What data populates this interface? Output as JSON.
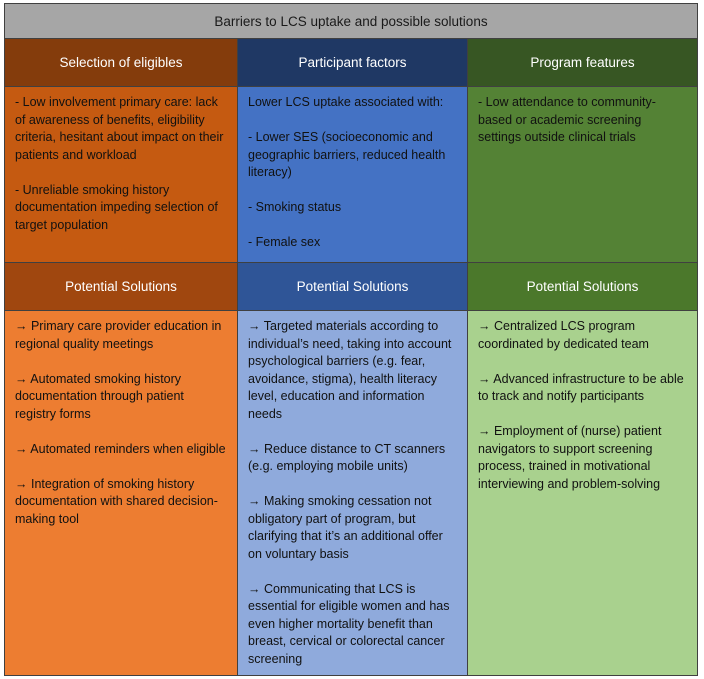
{
  "title": "Barriers to LCS uptake and possible solutions",
  "columns": [
    {
      "header": "Selection of eligibles",
      "barriers": [
        "- Low involvement primary care: lack of awareness of benefits, eligibility criteria, hesitant about impact on their patients and workload",
        "- Unreliable smoking history documentation impeding selection of target population"
      ],
      "solutions_header": "Potential Solutions",
      "solutions": [
        "→ Primary care provider education in regional quality meetings",
        "→ Automated smoking history documentation through patient registry forms",
        "→ Automated reminders when eligible",
        "→ Integration of smoking history documentation with shared decision-making tool"
      ]
    },
    {
      "header": "Participant factors",
      "barriers": [
        "Lower LCS uptake associated with:",
        "- Lower SES (socioeconomic  and geographic barriers, reduced health literacy)",
        "- Smoking status",
        "- Female sex"
      ],
      "solutions_header": "Potential Solutions",
      "solutions": [
        " → Targeted materials according to individual’s need, taking into account psychological barriers (e.g. fear, avoidance, stigma), health literacy level, education and information needs",
        "→ Reduce distance to CT scanners (e.g. employing mobile units)",
        "→ Making smoking cessation not obligatory part of program, but clarifying that it’s an additional offer on voluntary basis",
        "→ Communicating that LCS is essential for eligible women and has even higher mortality benefit than breast, cervical or colorectal cancer screening"
      ]
    },
    {
      "header": "Program features",
      "barriers": [
        "- Low attendance to community-based or academic screening settings outside clinical trials"
      ],
      "solutions_header": "Potential Solutions",
      "solutions": [
        " → Centralized LCS program coordinated by dedicated team",
        "→ Advanced infrastructure to be able to track and notify participants",
        "→ Employment of (nurse) patient navigators to support screening process, trained in motivational interviewing and problem-solving"
      ]
    }
  ]
}
